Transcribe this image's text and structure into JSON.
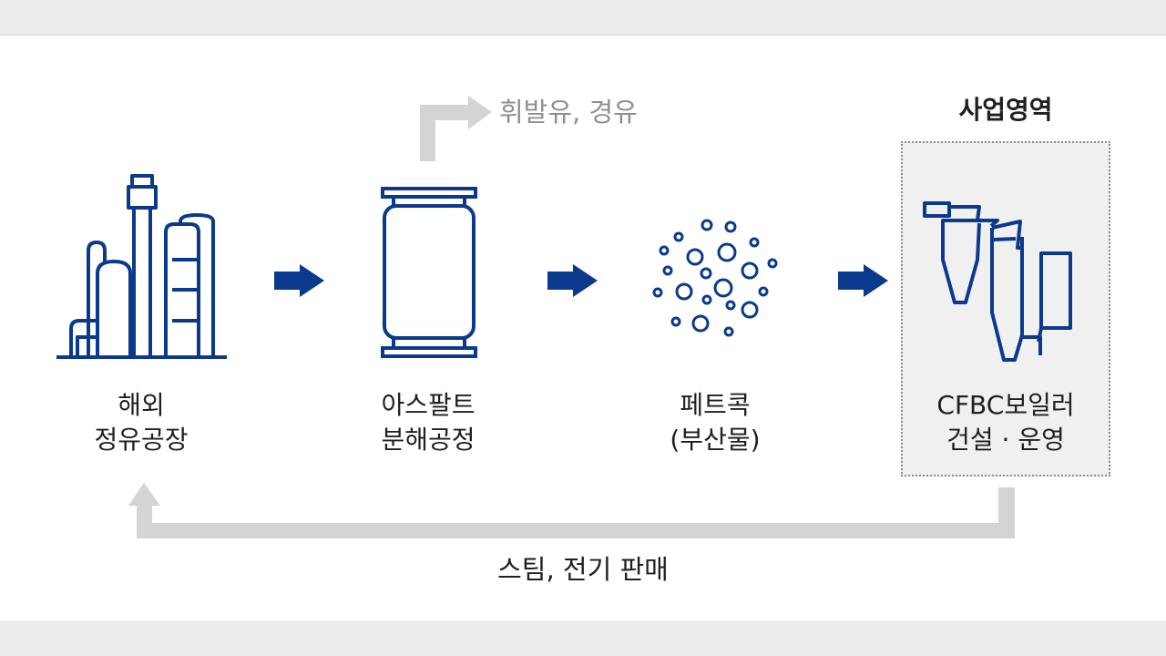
{
  "colors": {
    "icon": "#0b3a8c",
    "arrow_forward": "#0b3a8c",
    "arrow_return": "#d4d4d4",
    "text": "#1f1f1f",
    "text_muted": "#8f8f8f",
    "zone_bg": "#f0f0f0"
  },
  "nodes": [
    {
      "id": "refinery",
      "icon": "refinery-icon",
      "line1": "해외",
      "line2": "정유공장"
    },
    {
      "id": "asphalt",
      "icon": "reactor-vessel-icon",
      "line1": "아스팔트",
      "line2": "분해공정"
    },
    {
      "id": "petcoke",
      "icon": "particles-icon",
      "line1": "페트콕",
      "line2": "(부산물)"
    },
    {
      "id": "boiler",
      "icon": "cfbc-boiler-icon",
      "line1": "CFBC보일러",
      "line2": "건설 · 운영"
    }
  ],
  "byproduct_label": "휘발유, 경유",
  "business_area_label": "사업영역",
  "return_label": "스팀, 전기 판매"
}
